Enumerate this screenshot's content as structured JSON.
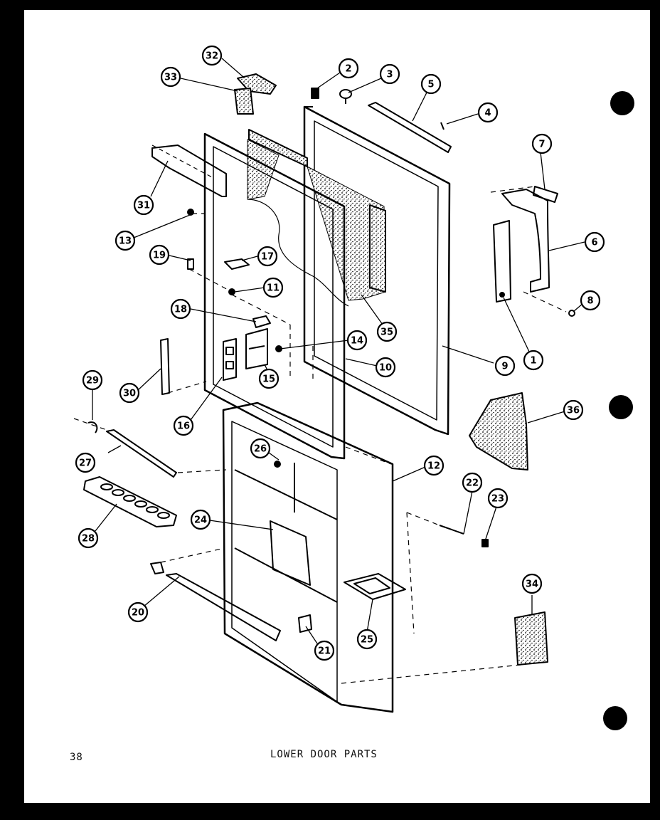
{
  "page": {
    "number": "38",
    "title": "LOWER DOOR PARTS"
  },
  "colors": {
    "ink": "#000000",
    "paper": "#ffffff",
    "background": "#000000"
  },
  "callouts": [
    {
      "label": "1"
    },
    {
      "label": "2"
    },
    {
      "label": "3"
    },
    {
      "label": "4"
    },
    {
      "label": "5"
    },
    {
      "label": "6"
    },
    {
      "label": "7"
    },
    {
      "label": "8"
    },
    {
      "label": "9"
    },
    {
      "label": "10"
    },
    {
      "label": "11"
    },
    {
      "label": "12"
    },
    {
      "label": "13"
    },
    {
      "label": "14"
    },
    {
      "label": "15"
    },
    {
      "label": "16"
    },
    {
      "label": "17"
    },
    {
      "label": "18"
    },
    {
      "label": "19"
    },
    {
      "label": "20"
    },
    {
      "label": "21"
    },
    {
      "label": "22"
    },
    {
      "label": "23"
    },
    {
      "label": "24"
    },
    {
      "label": "25"
    },
    {
      "label": "26"
    },
    {
      "label": "27"
    },
    {
      "label": "28"
    },
    {
      "label": "29"
    },
    {
      "label": "30"
    },
    {
      "label": "31"
    },
    {
      "label": "32"
    },
    {
      "label": "33"
    },
    {
      "label": "34"
    },
    {
      "label": "35"
    },
    {
      "label": "36"
    }
  ]
}
